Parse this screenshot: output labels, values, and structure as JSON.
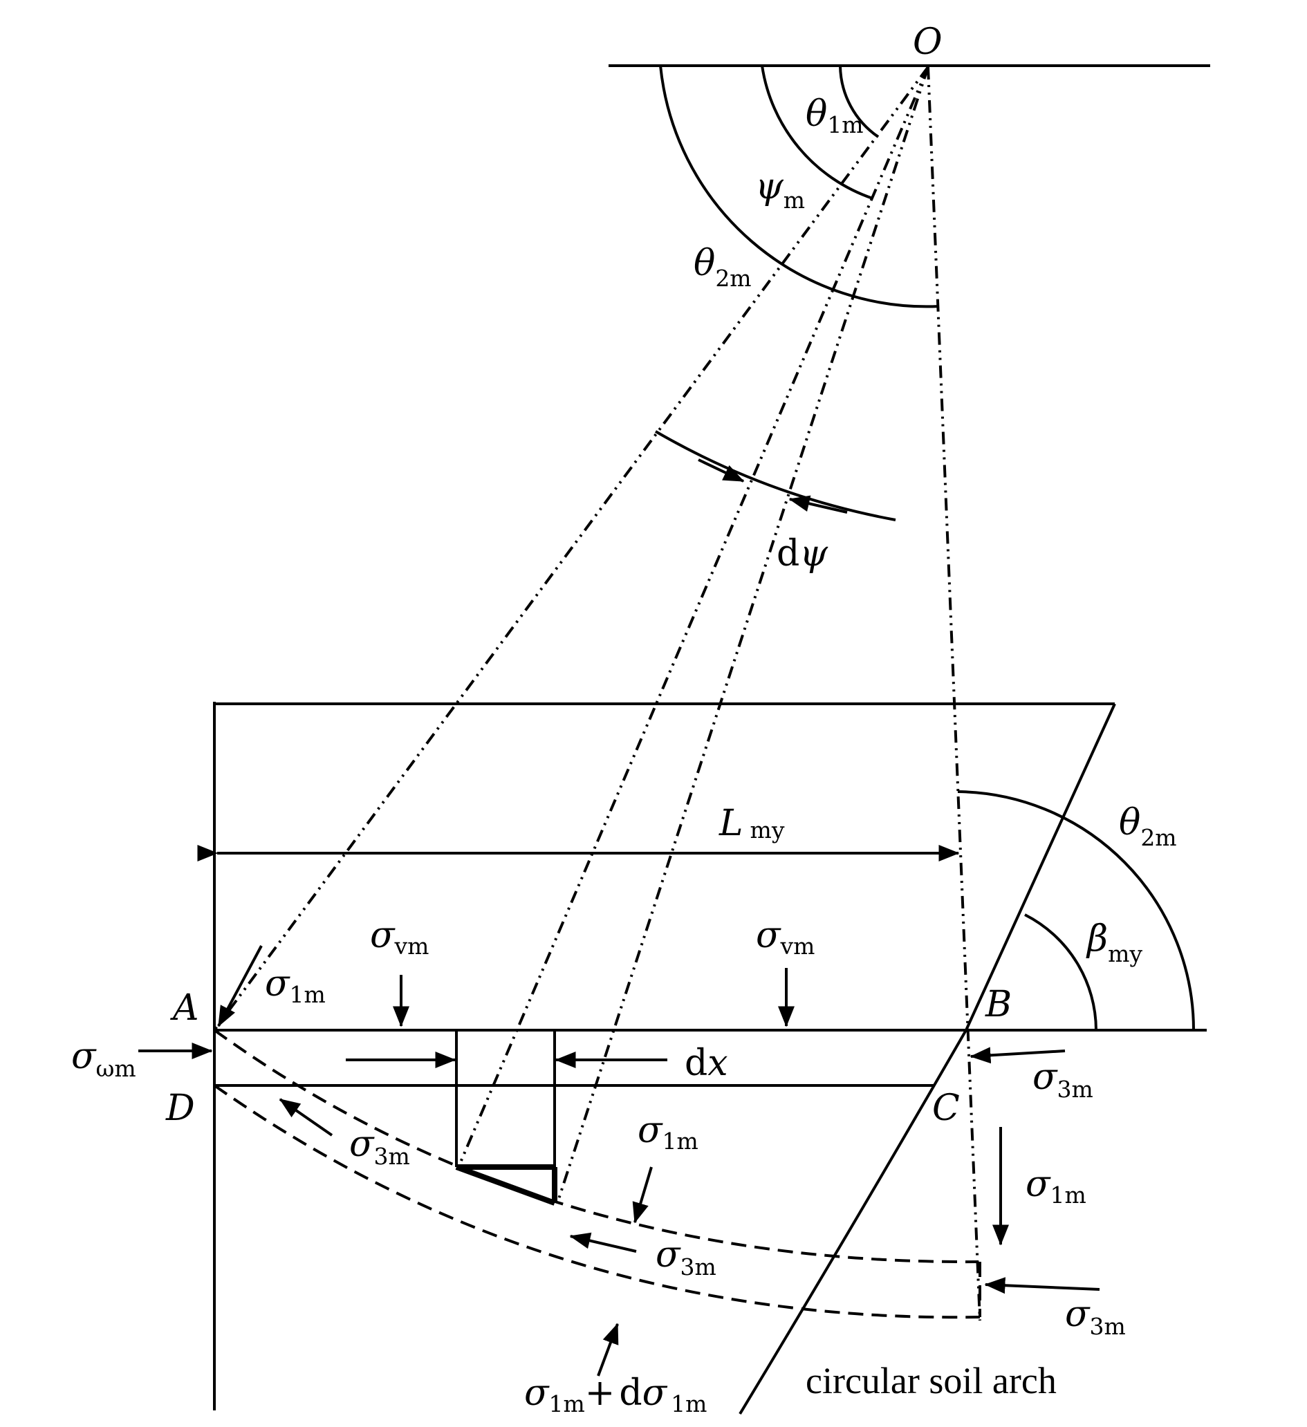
{
  "points": {
    "O": "O",
    "A": "A",
    "B": "B",
    "C": "C",
    "D": "D"
  },
  "angles": {
    "theta1": {
      "sym": "θ",
      "sub": "1m"
    },
    "psi": {
      "sym": "ψ",
      "sub": "m"
    },
    "theta2_top": {
      "sym": "θ",
      "sub": "2m"
    },
    "theta2_right": {
      "sym": "θ",
      "sub": "2m"
    },
    "beta": {
      "sym": "β",
      "sub": "my"
    },
    "dpsi": {
      "pre": "d",
      "sym": "ψ"
    }
  },
  "dims": {
    "L": {
      "sym": "L",
      "sub": "my"
    },
    "dx": {
      "pre": "d",
      "sym": "x"
    }
  },
  "stresses": {
    "s1_A": {
      "sym": "σ",
      "sub": "1m"
    },
    "sv_left": {
      "sym": "σ",
      "sub": "vm"
    },
    "sv_right": {
      "sym": "σ",
      "sub": "vm"
    },
    "sw": {
      "sym": "σ",
      "sub": "ωm"
    },
    "s3_right_top": {
      "sym": "σ",
      "sub": "3m"
    },
    "s3_arc_left": {
      "sym": "σ",
      "sub": "3m"
    },
    "s1_arc": {
      "sym": "σ",
      "sub": "1m"
    },
    "s1_right": {
      "sym": "σ",
      "sub": "1m"
    },
    "s3_arc_mid": {
      "sym": "σ",
      "sub": "3m"
    },
    "s3_right_bottom": {
      "sym": "σ",
      "sub": "3m"
    },
    "bottom": {
      "sym1": "σ",
      "sub1": "1m",
      "plus": "+",
      "pre": "d",
      "sym2": "σ",
      "sub2": "1m"
    }
  },
  "caption": "circular soil arch"
}
